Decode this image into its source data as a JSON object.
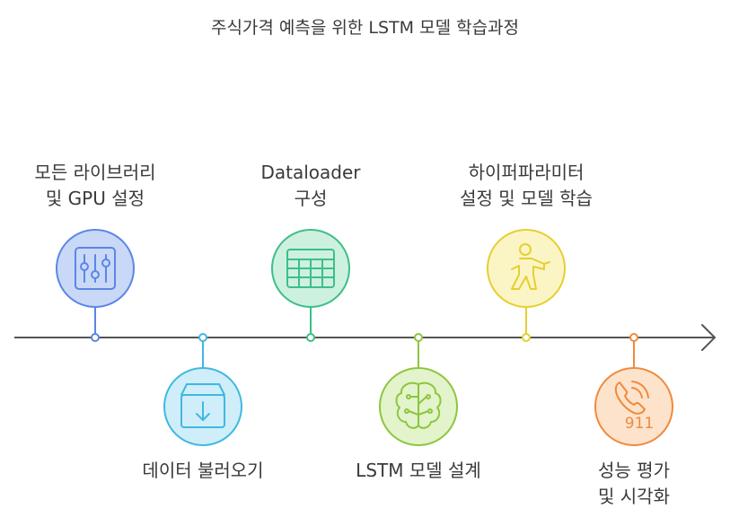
{
  "title": "주식가격 예측을 위한 LSTM 모델 학습과정",
  "steps": [
    {
      "line1": "모든 라이브러리",
      "line2": "및 GPU 설정",
      "icon": "sliders-icon",
      "color": "#5b86e5",
      "fill": "#c9d8f7"
    },
    {
      "line1": "데이터 불러오기",
      "line2": "",
      "icon": "box-download-icon",
      "color": "#3fb8e0",
      "fill": "#cfeefa"
    },
    {
      "line1": "Dataloader",
      "line2": "구성",
      "icon": "table-icon",
      "color": "#3dbf87",
      "fill": "#cdf0df"
    },
    {
      "line1": "LSTM 모델 설계",
      "line2": "",
      "icon": "brain-icon",
      "color": "#8cc63e",
      "fill": "#e3f3cb"
    },
    {
      "line1": "하이퍼파라미터",
      "line2": "설정 및 모델 학습",
      "icon": "exercise-icon",
      "color": "#e6cf2e",
      "fill": "#fbf5c6"
    },
    {
      "line1": "성능 평가",
      "line2": "및 시각화",
      "icon": "phone-911-icon",
      "color": "#f08a3c",
      "fill": "#fde3cc"
    }
  ],
  "phone_text": "911"
}
